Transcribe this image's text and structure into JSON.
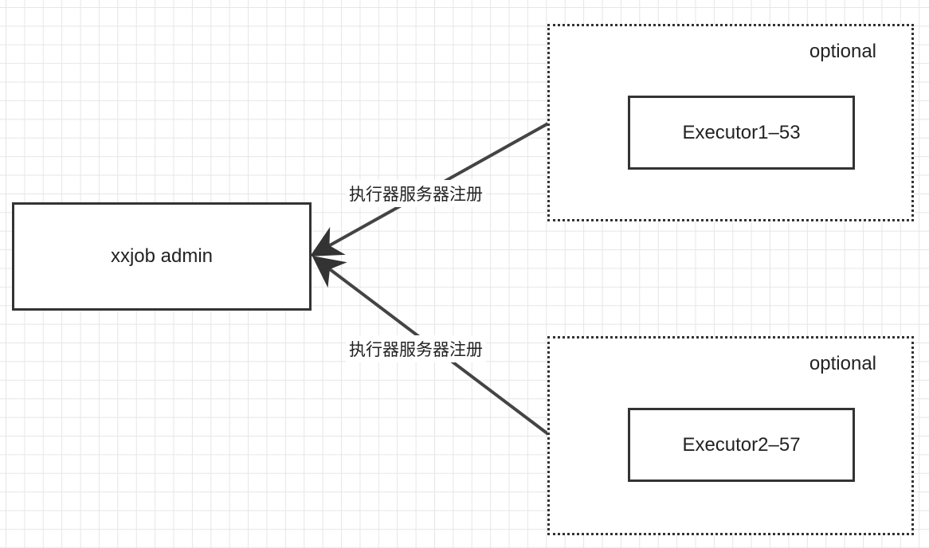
{
  "nodes": {
    "admin": {
      "label": "xxjob admin"
    },
    "executor1": {
      "label": "Executor1–53"
    },
    "executor2": {
      "label": "Executor2–57"
    }
  },
  "groups": {
    "group1": {
      "label": "optional"
    },
    "group2": {
      "label": "optional"
    }
  },
  "edges": [
    {
      "from": "executor1",
      "to": "admin",
      "label": "执行器服务器注册"
    },
    {
      "from": "executor2",
      "to": "admin",
      "label": "执行器服务器注册"
    }
  ],
  "colors": {
    "stroke": "#333333",
    "grid": "#e6e6e6",
    "text": "#222222"
  }
}
